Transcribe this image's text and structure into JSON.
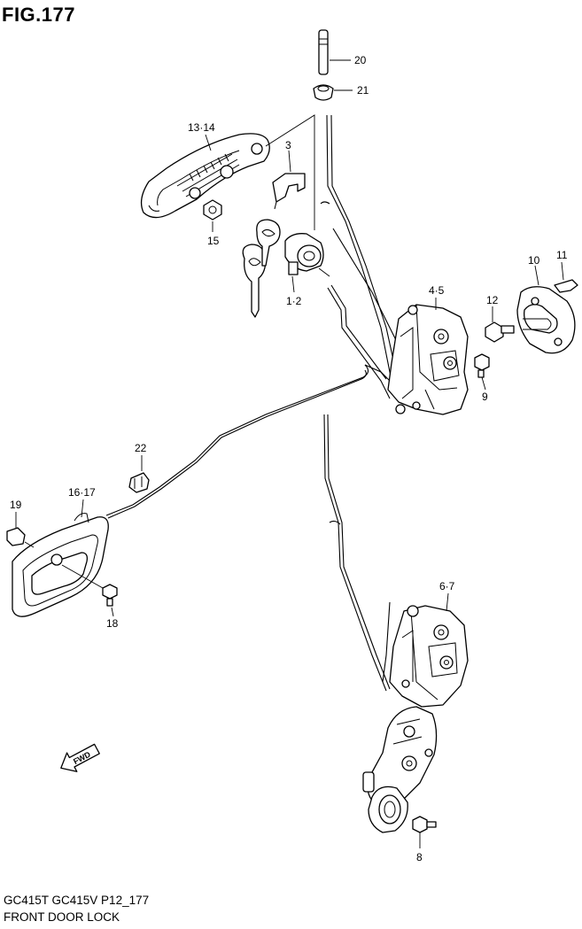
{
  "figure": {
    "title": "FIG.177",
    "model_code": "GC415T GC415V P12_177",
    "name": "FRONT DOOR LOCK"
  },
  "callouts": {
    "c20": "20",
    "c21": "21",
    "c13_14": "13·14",
    "c3": "3",
    "c15": "15",
    "c1_2": "1·2",
    "c4_5": "4·5",
    "c10": "10",
    "c11": "11",
    "c12": "12",
    "c9": "9",
    "c22": "22",
    "c16_17": "16·17",
    "c19": "19",
    "c18": "18",
    "c6_7": "6·7",
    "c8": "8"
  },
  "direction_arrow": {
    "label": "FWD"
  },
  "icons": {
    "outside_handle": "door-outside-handle-icon",
    "inside_handle": "door-inside-handle-icon",
    "key": "ignition-key-icon",
    "lock_cylinder": "lock-cylinder-icon",
    "latch": "door-latch-icon",
    "striker": "door-striker-icon",
    "bolt": "bolt-icon",
    "cable": "control-cable-icon"
  }
}
